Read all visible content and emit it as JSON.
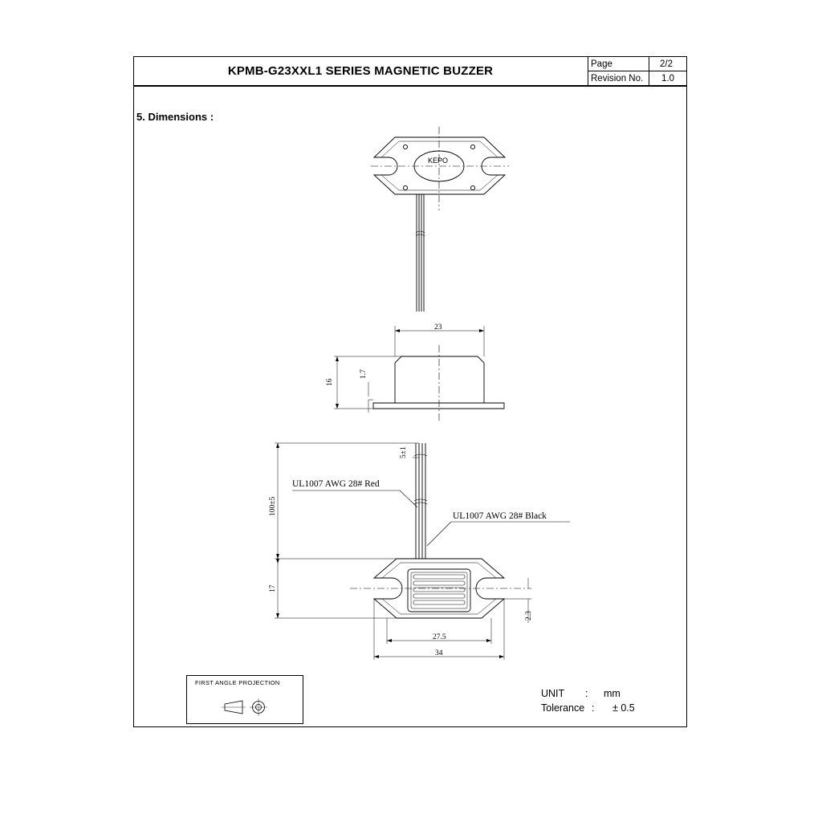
{
  "header": {
    "title": "KPMB-G23XXL1 SERIES  MAGNETIC BUZZER",
    "page_label": "Page",
    "page_value": "2/2",
    "revision_label": "Revision No.",
    "revision_value": "1.0"
  },
  "section": {
    "heading": "5. Dimensions :"
  },
  "drawing": {
    "top_view_logo": "KEPO",
    "side_width": "23",
    "side_height": "16",
    "side_flange": "1.7",
    "lead_strip": "5±1",
    "lead_length": "100±5",
    "red_wire": "UL1007 AWG 28# Red",
    "black_wire": "UL1007 AWG 28# Black",
    "body_height": "17",
    "mount_hole_dim": "2.3",
    "hole_pitch": "27.5",
    "overall_length": "34"
  },
  "projection": {
    "label": "FIRST ANGLE  PROJECTION"
  },
  "units": {
    "unit_label": "UNIT",
    "unit_sep": ":",
    "unit_value": "mm",
    "tolerance_label": "Tolerance",
    "tolerance_sep": ":",
    "tolerance_value": "± 0.5"
  }
}
